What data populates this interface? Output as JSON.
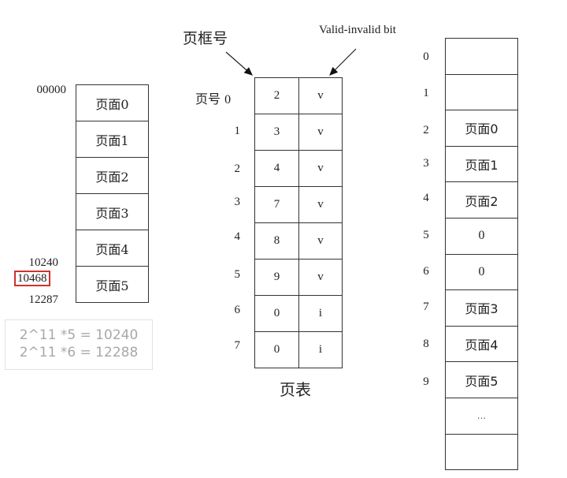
{
  "labels": {
    "frame_number": "页框号",
    "valid_invalid_bit": "Valid-invalid bit",
    "page_table_caption": "页表",
    "page_number_prefix": "页号"
  },
  "logical_memory": {
    "pages": [
      "页面0",
      "页面1",
      "页面2",
      "页面3",
      "页面4",
      "页面5"
    ],
    "addresses": {
      "start": "00000",
      "page5_start": "10240",
      "highlighted": "10468",
      "end": "12287"
    }
  },
  "note": {
    "line1": "2^11 *5 = 10240",
    "line2": "2^11 *6 = 12288"
  },
  "page_table": {
    "rows": [
      {
        "page": "0",
        "frame": "2",
        "bit": "v"
      },
      {
        "page": "1",
        "frame": "3",
        "bit": "v"
      },
      {
        "page": "2",
        "frame": "4",
        "bit": "v"
      },
      {
        "page": "3",
        "frame": "7",
        "bit": "v"
      },
      {
        "page": "4",
        "frame": "8",
        "bit": "v"
      },
      {
        "page": "5",
        "frame": "9",
        "bit": "v"
      },
      {
        "page": "6",
        "frame": "0",
        "bit": "i"
      },
      {
        "page": "7",
        "frame": "0",
        "bit": "i"
      }
    ]
  },
  "physical_memory": {
    "frames": [
      {
        "index": "0",
        "content": ""
      },
      {
        "index": "1",
        "content": ""
      },
      {
        "index": "2",
        "content": "页面0"
      },
      {
        "index": "3",
        "content": "页面1"
      },
      {
        "index": "4",
        "content": "页面2"
      },
      {
        "index": "5",
        "content": "0"
      },
      {
        "index": "6",
        "content": "0"
      },
      {
        "index": "7",
        "content": "页面3"
      },
      {
        "index": "8",
        "content": "页面4"
      },
      {
        "index": "9",
        "content": "页面5"
      },
      {
        "index": "",
        "content": "..."
      },
      {
        "index": "",
        "content": ""
      }
    ]
  },
  "colors": {
    "highlight": "#d0312d",
    "line": "#333333",
    "note_text": "#a8a8a8"
  }
}
